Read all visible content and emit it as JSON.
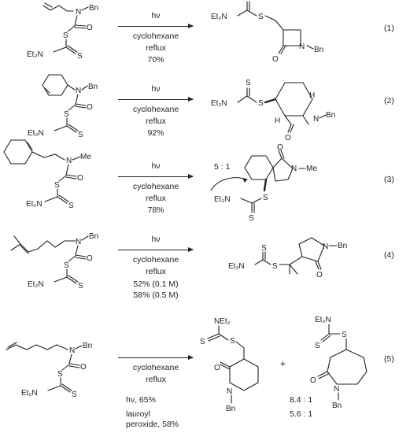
{
  "reactions": [
    {
      "number": "(1)",
      "conditions": [
        "hν",
        "cyclohexane",
        "reflux",
        "70%"
      ]
    },
    {
      "number": "(2)",
      "conditions": [
        "hν",
        "cyclohexane",
        "reflux",
        "92%"
      ]
    },
    {
      "number": "(3)",
      "conditions": [
        "hν",
        "cyclohexane",
        "reflux",
        "78%"
      ],
      "ratio": "5 : 1"
    },
    {
      "number": "(4)",
      "conditions": [
        "hν",
        "cyclohexane",
        "reflux",
        "52% (0.1 M)",
        "58% (0.5 M)"
      ]
    },
    {
      "number": "(5)",
      "conditions": [
        "cyclohexane",
        "reflux"
      ],
      "results": [
        {
          "conditions": "hν, 65%",
          "ratio": "8.4 : 1"
        },
        {
          "conditions": "lauroyl\nperoxide, 58%",
          "ratio": "5.6 : 1"
        }
      ],
      "plus": "+"
    }
  ],
  "atoms": {
    "Bn": "Bn",
    "Me": "Me",
    "N": "N",
    "O": "O",
    "S": "S",
    "H": "H",
    "Et2N": "Et₂N",
    "NEt2": "NEt₂"
  }
}
